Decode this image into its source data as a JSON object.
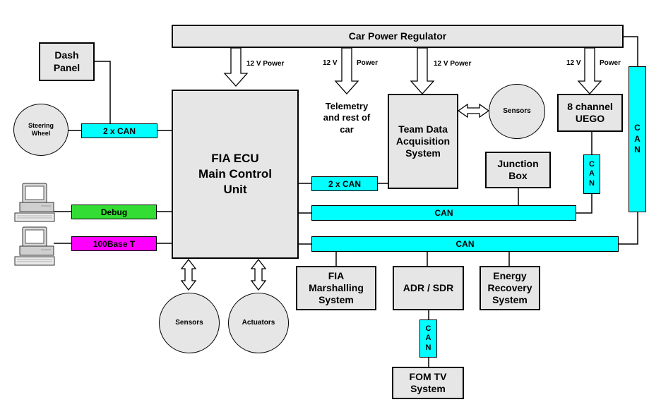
{
  "nodes": {
    "car_power_regulator": "Car Power Regulator",
    "dash_panel": "Dash\nPanel",
    "fia_ecu": "FIA ECU\nMain Control\nUnit",
    "team_daq": "Team Data\nAcquisition\nSystem",
    "uego": "8 channel\nUEGO",
    "junction_box": "Junction\nBox",
    "fia_marshalling": "FIA\nMarshalling\nSystem",
    "adr_sdr": "ADR / SDR",
    "energy_recovery": "Energy\nRecovery\nSystem",
    "fom_tv": "FOM TV\nSystem"
  },
  "circles": {
    "steering_wheel": "Steering\nWheel",
    "sensors_daq": "Sensors",
    "sensors_ecu": "Sensors",
    "actuators": "Actuators"
  },
  "buses": {
    "can_2x_left": "2 x CAN",
    "can_2x_daq": "2 x CAN",
    "debug": "Debug",
    "ethernet": "100Base T",
    "can_bus_upper": "CAN",
    "can_bus_lower": "CAN",
    "can_vertical_right": "C\nA\nN",
    "can_vertical_uego": "C\nA\nN",
    "can_vertical_fom": "C\nA\nN"
  },
  "labels": {
    "power_ecu": "12 V Power",
    "power_telemetry_a": "12 V",
    "power_telemetry_b": "Power",
    "power_daq": "12 V Power",
    "power_uego_a": "12 V",
    "power_uego_b": "Power",
    "telemetry": "Telemetry\nand rest of\ncar"
  },
  "colors": {
    "box_fill": "#e6e6e6",
    "can_bus": "#00ffff",
    "debug": "#33dd33",
    "ethernet": "#ff00ff"
  }
}
